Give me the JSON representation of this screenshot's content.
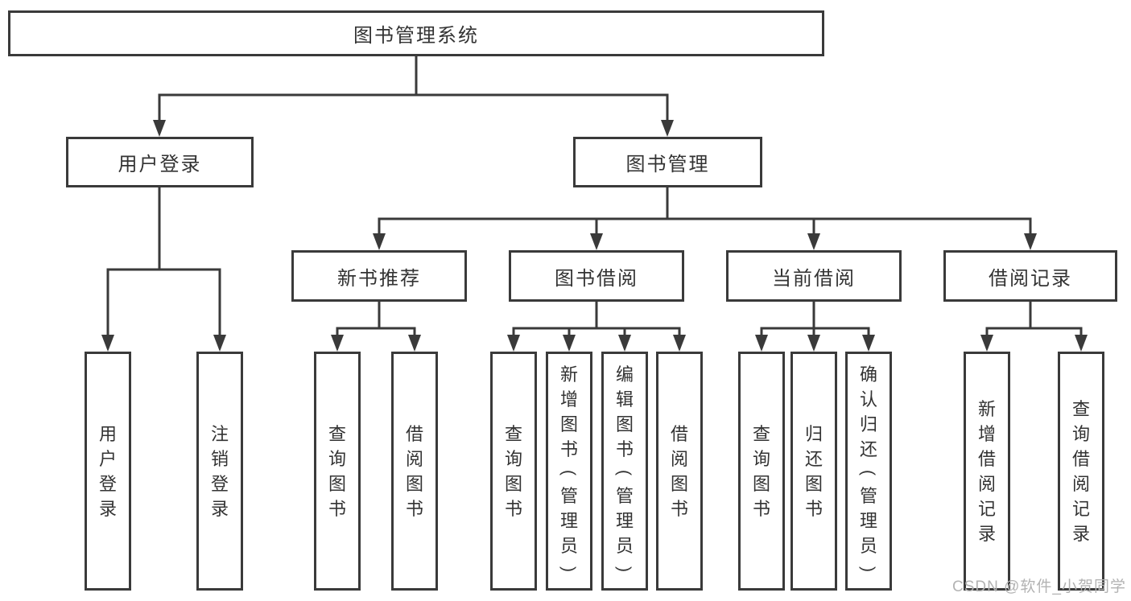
{
  "colors": {
    "line": "#3a3a3a",
    "text": "#333333",
    "watermark": "#b3b3b3"
  },
  "nodes": {
    "root": {
      "label": "图书管理系统"
    },
    "userLogin": {
      "label": "用户登录"
    },
    "bookMgmt": {
      "label": "图书管理"
    },
    "newBook": {
      "label": "新书推荐"
    },
    "bookBorrow": {
      "label": "图书借阅"
    },
    "currentBorrow": {
      "label": "当前借阅"
    },
    "borrowRecord": {
      "label": "借阅记录"
    },
    "leafUserLogin": {
      "label": "用户登录"
    },
    "leafLogout": {
      "label": "注销登录"
    },
    "leafQueryBooksNB": {
      "label": "查询图书"
    },
    "leafBorrowBooksNB": {
      "label": "借阅图书"
    },
    "leafQueryBooksBB": {
      "label": "查询图书"
    },
    "leafAddBooks": {
      "label": "新增图书（管理员）"
    },
    "leafEditBooks": {
      "label": "编辑图书（管理员）"
    },
    "leafBorrowBooksBB": {
      "label": "借阅图书"
    },
    "leafQueryBooksCB": {
      "label": "查询图书"
    },
    "leafReturnBooks": {
      "label": "归还图书"
    },
    "leafConfirmReturn": {
      "label": "确认归还（管理员）"
    },
    "leafAddBorrowRecord": {
      "label": "新增借阅记录"
    },
    "leafQueryBorrowRecord": {
      "label": "查询借阅记录"
    }
  },
  "hierarchy": [
    {
      "parent": "图书管理系统",
      "children": [
        "用户登录",
        "图书管理"
      ]
    },
    {
      "parent": "用户登录",
      "children": [
        "用户登录",
        "注销登录"
      ]
    },
    {
      "parent": "图书管理",
      "children": [
        "新书推荐",
        "图书借阅",
        "当前借阅",
        "借阅记录"
      ]
    },
    {
      "parent": "新书推荐",
      "children": [
        "查询图书",
        "借阅图书"
      ]
    },
    {
      "parent": "图书借阅",
      "children": [
        "查询图书",
        "新增图书（管理员）",
        "编辑图书（管理员）",
        "借阅图书"
      ]
    },
    {
      "parent": "当前借阅",
      "children": [
        "查询图书",
        "归还图书",
        "确认归还（管理员）"
      ]
    },
    {
      "parent": "借阅记录",
      "children": [
        "新增借阅记录",
        "查询借阅记录"
      ]
    }
  ],
  "watermark": "CSDN @软件_小贺同学"
}
